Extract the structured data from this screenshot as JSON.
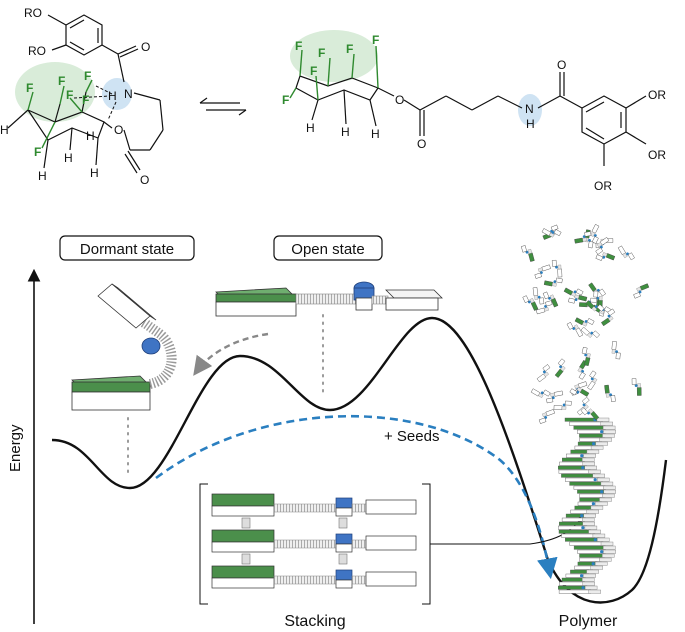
{
  "colors": {
    "green": "#3f8f3f",
    "green_light": "#d9ecd9",
    "blue": "#2a7fc0",
    "blue_light": "#cfe3f3",
    "fluorine": "#2f8a2f",
    "bond": "#111111",
    "grey_dots": "#9a9a9a"
  },
  "chem": {
    "left": {
      "ro1": "RO",
      "ro2": "RO",
      "o_amide": "O",
      "n": "N",
      "h_nh": "H",
      "o_ester_ring": "O",
      "o_carbonyl": "O",
      "f1": "F",
      "f2": "F",
      "f3": "F",
      "f4": "F",
      "f5": "F",
      "f6": "F",
      "h1": "H",
      "h2": "H",
      "h3": "H",
      "h4": "H",
      "h5": "H"
    },
    "right": {
      "f1": "F",
      "f2": "F",
      "f3": "F",
      "f4": "F",
      "f5": "F",
      "f6": "F",
      "h1": "H",
      "h2": "H",
      "h3": "H",
      "o_ester": "O",
      "o_carbonyl": "O",
      "n": "N",
      "h_nh": "H",
      "o_amide": "O",
      "or1": "OR",
      "or2": "OR",
      "or3": "OR"
    }
  },
  "labels": {
    "dormant": "Dormant state",
    "open": "Open state",
    "energy": "Energy",
    "seeds": "+ Seeds",
    "stacking": "Stacking",
    "polymer": "Polymer"
  }
}
